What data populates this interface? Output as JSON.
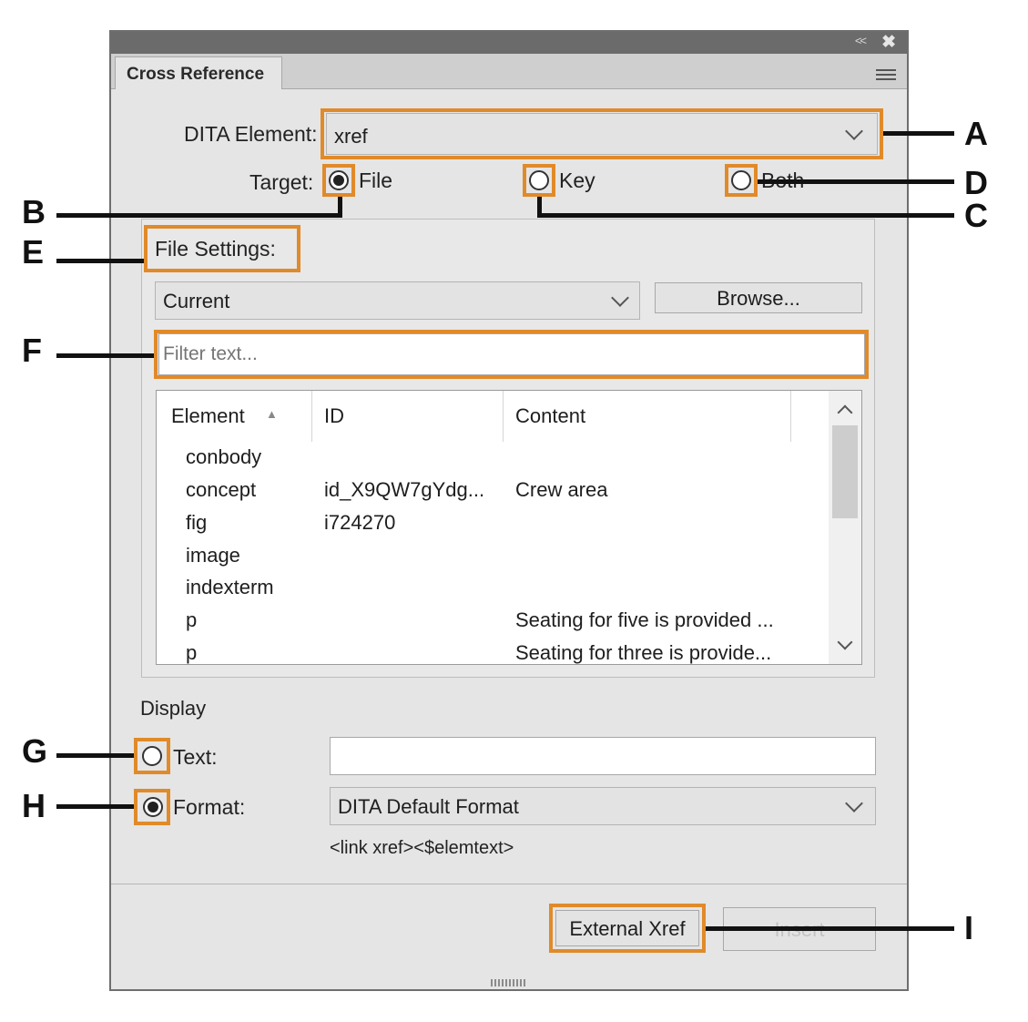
{
  "panel": {
    "collapse_glyph": "<<",
    "close_glyph": "✖",
    "tab_label": "Cross Reference"
  },
  "dita_element": {
    "label": "DITA Element:",
    "value": "xref"
  },
  "target": {
    "label": "Target:",
    "options": [
      {
        "label": "File",
        "selected": true
      },
      {
        "label": "Key",
        "selected": false
      },
      {
        "label": "Both",
        "selected": false
      }
    ]
  },
  "file_settings": {
    "label": "File Settings:",
    "file_value": "Current",
    "browse_label": "Browse...",
    "filter_placeholder": "Filter text...",
    "columns": [
      "Element",
      "ID",
      "Content"
    ],
    "sort_indicator": "▲",
    "rows": [
      {
        "element": "conbody",
        "id": "",
        "content": ""
      },
      {
        "element": "concept",
        "id": "id_X9QW7gYdg...",
        "content": "Crew area"
      },
      {
        "element": "fig",
        "id": "i724270",
        "content": ""
      },
      {
        "element": "image",
        "id": "",
        "content": ""
      },
      {
        "element": "indexterm",
        "id": "",
        "content": ""
      },
      {
        "element": "p",
        "id": "",
        "content": "Seating for five is provided ..."
      },
      {
        "element": "p",
        "id": "",
        "content": "Seating for three is provide..."
      }
    ]
  },
  "display": {
    "label": "Display",
    "text_label": "Text:",
    "text_value": "",
    "format_label": "Format:",
    "format_value": "DITA Default Format",
    "format_preview": "<link xref><$elemtext>"
  },
  "buttons": {
    "external_xref": "External Xref",
    "insert": "Insert"
  },
  "callouts": [
    "A",
    "B",
    "C",
    "D",
    "E",
    "F",
    "G",
    "H",
    "I"
  ],
  "colors": {
    "highlight": "#e08a2a",
    "panel_bg": "#e5e5e5",
    "titlebar": "#6b6b6b"
  }
}
